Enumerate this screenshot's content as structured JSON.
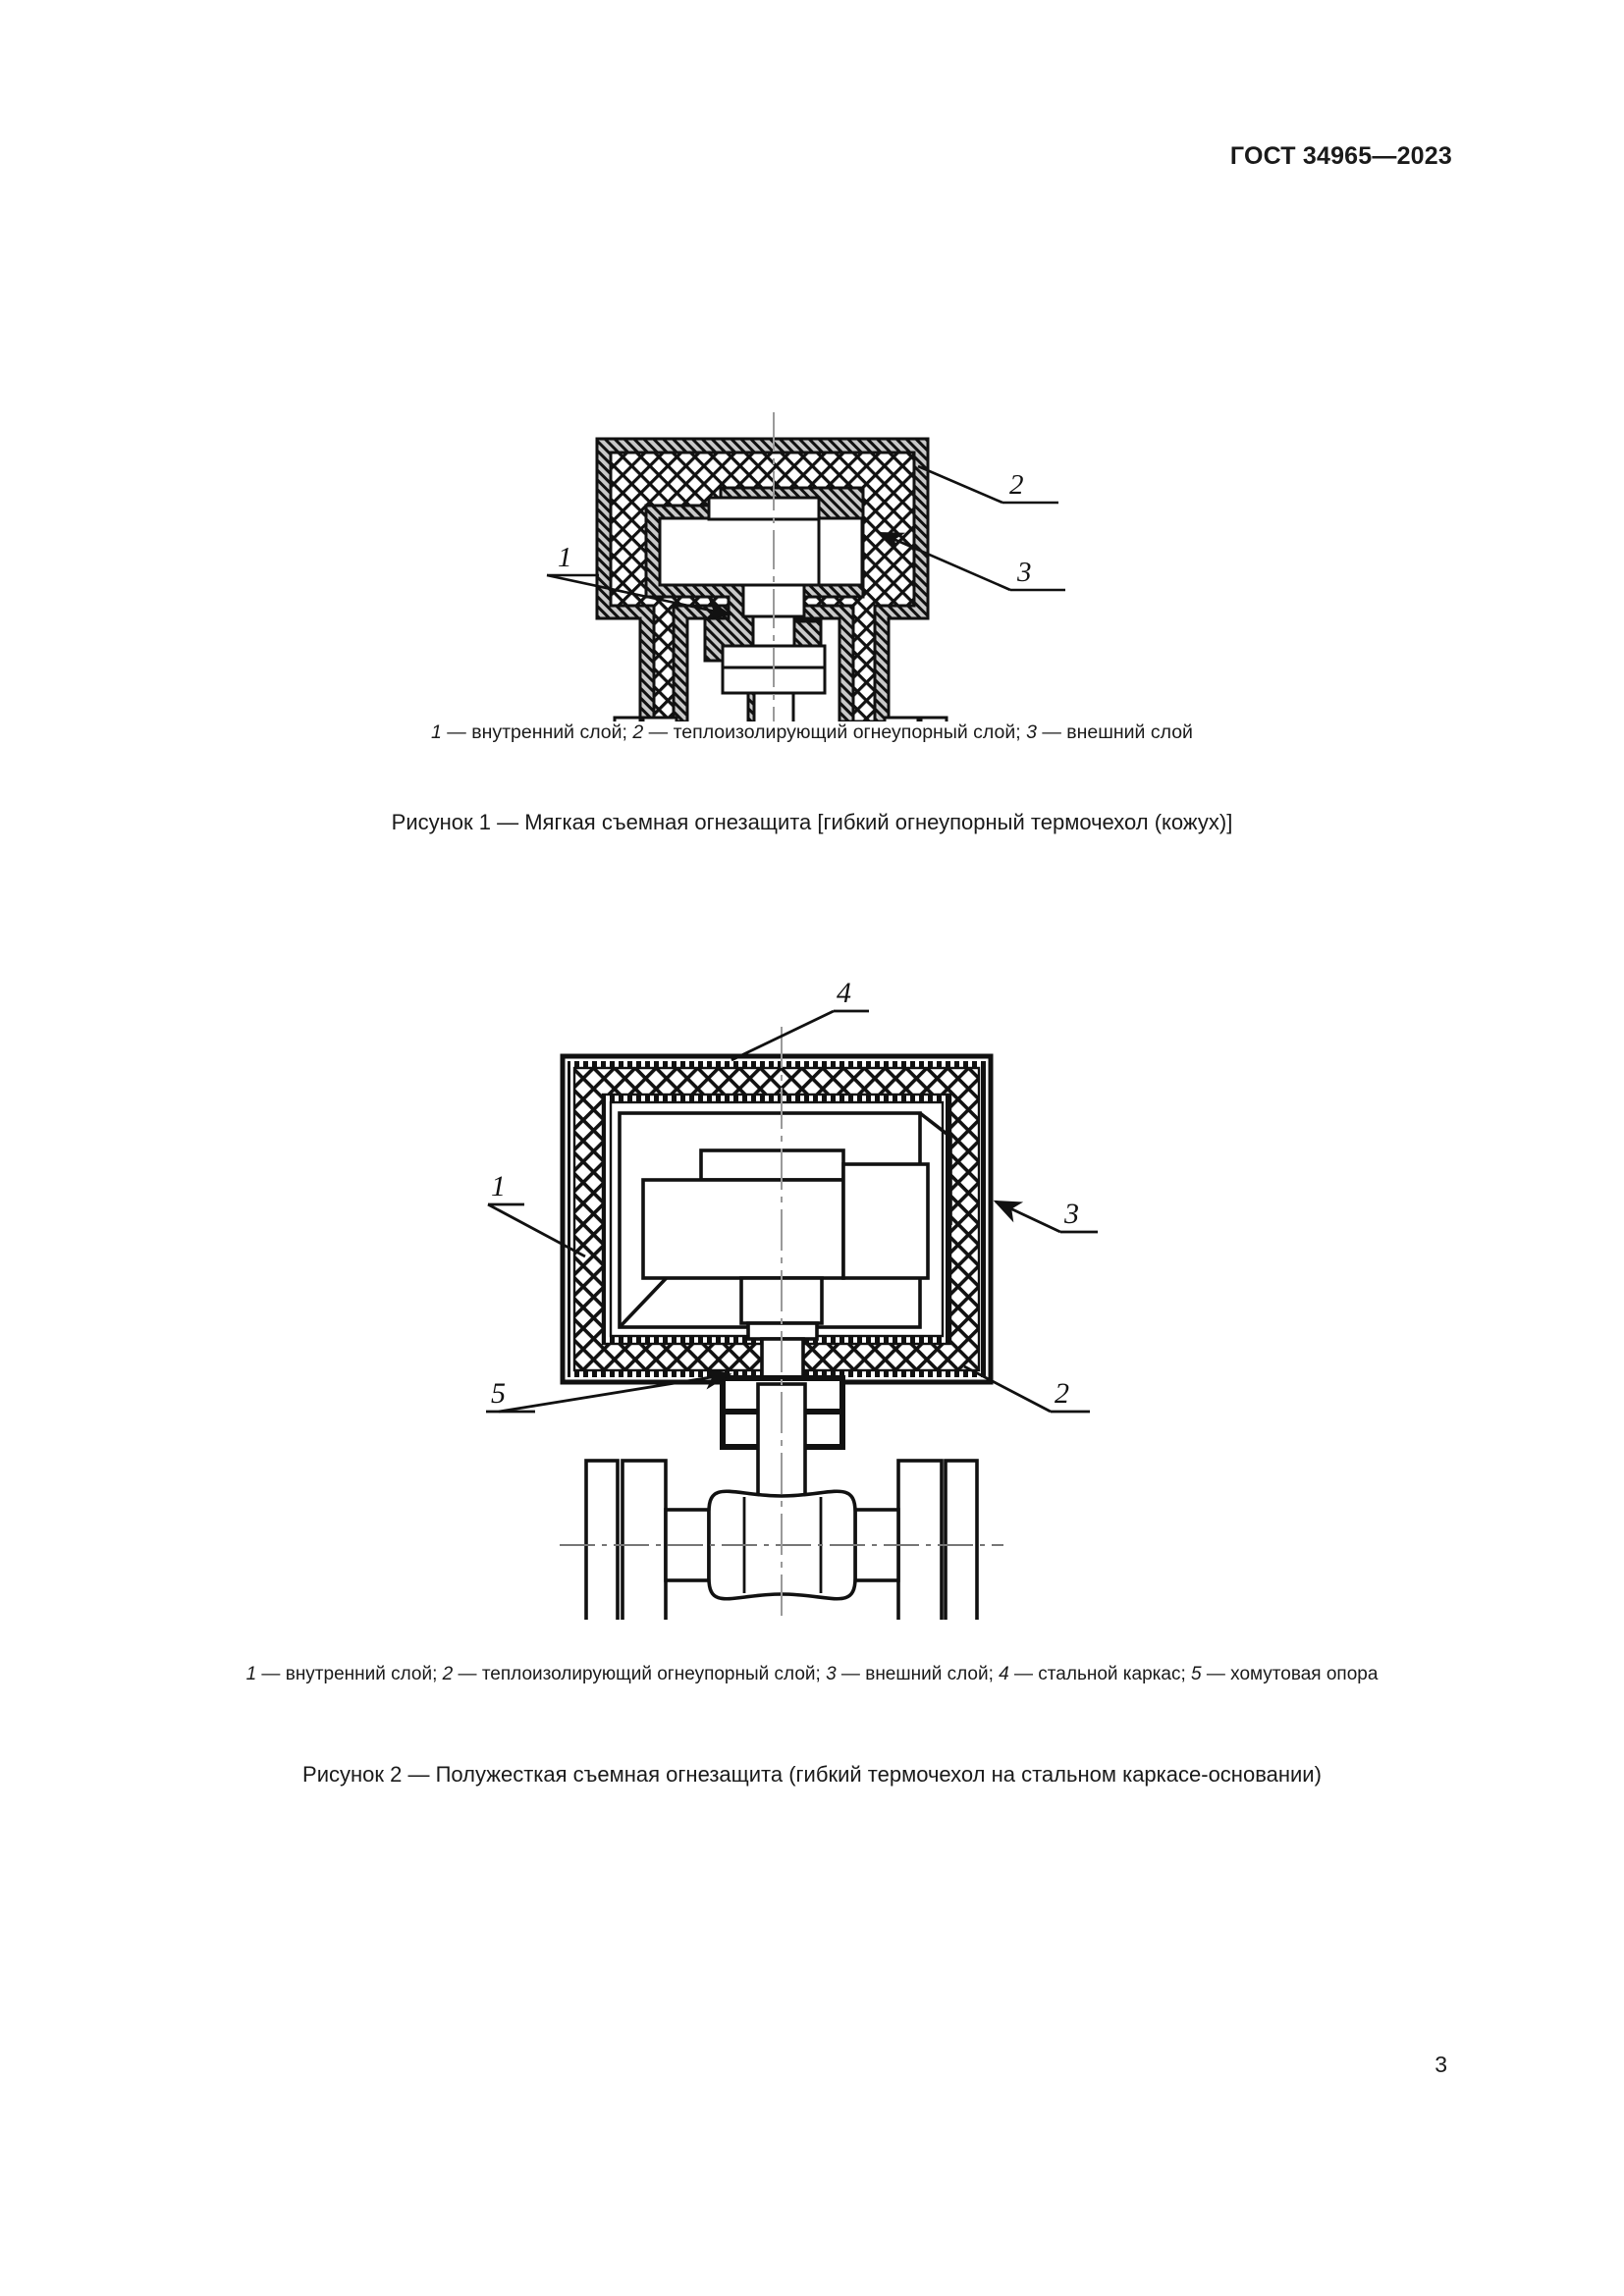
{
  "header": {
    "standard_title": "ГОСТ 34965—2023"
  },
  "page": {
    "number": "3"
  },
  "figures": [
    {
      "id": "figure-1",
      "legend_parts": [
        {
          "num": "1",
          "dash": " — ",
          "text": "внутренний слой; "
        },
        {
          "num": "2",
          "dash": " — ",
          "text": "теплоизолирующий огнеупорный слой; "
        },
        {
          "num": "3",
          "dash": " — ",
          "text": "внешний слой"
        }
      ],
      "legend_full": "1 — внутренний слой; 2 — теплоизолирующий огнеупорный слой; 3 — внешний слой",
      "caption": "Рисунок 1 — Мягкая съемная огнезащита [гибкий огнеупорный термочехол (кожух)]",
      "callouts": [
        {
          "label": "1",
          "meaning": "внутренний слой"
        },
        {
          "label": "2",
          "meaning": "теплоизолирующий огнеупорный слой"
        },
        {
          "label": "3",
          "meaning": "внешний слой"
        }
      ]
    },
    {
      "id": "figure-2",
      "legend_parts": [
        {
          "num": "1",
          "dash": " — ",
          "text": "внутренний слой; "
        },
        {
          "num": "2",
          "dash": " — ",
          "text": "теплоизолирующий огнеупорный слой; "
        },
        {
          "num": "3",
          "dash": " — ",
          "text": "внешний слой; "
        },
        {
          "num": "4",
          "dash": " — ",
          "text": "стальной каркас; "
        },
        {
          "num": "5",
          "dash": " — ",
          "text": "хомутовая опора"
        }
      ],
      "legend_full": "1 — внутренний слой; 2 — теплоизолирующий огнеупорный слой; 3 — внешний слой; 4 — стальной каркас; 5 — хомутовая опора",
      "caption": "Рисунок 2 — Полужесткая съемная огнезащита (гибкий термочехол на стальном каркасе-основании)",
      "callouts": [
        {
          "label": "1",
          "meaning": "внутренний слой"
        },
        {
          "label": "2",
          "meaning": "теплоизолирующий огнеупорный слой"
        },
        {
          "label": "3",
          "meaning": "внешний слой"
        },
        {
          "label": "4",
          "meaning": "стальной каркас"
        },
        {
          "label": "5",
          "meaning": "хомутовая опора"
        }
      ]
    }
  ],
  "colors": {
    "ink": "#1a1a1a",
    "paper": "#ffffff",
    "centerline": "#8a8a8a",
    "hatch": "#000000"
  }
}
